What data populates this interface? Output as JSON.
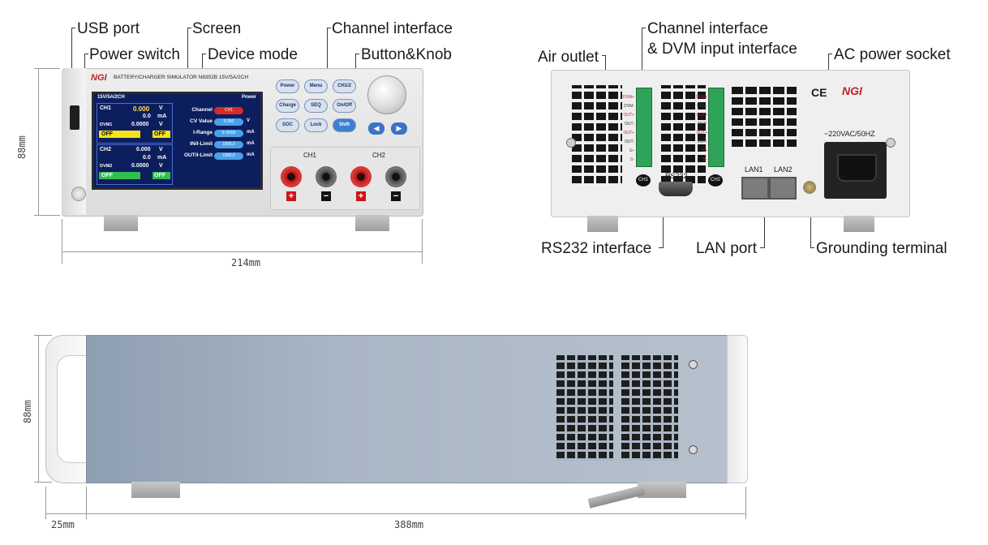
{
  "front": {
    "callouts": {
      "usb": "USB port",
      "power_switch": "Power switch",
      "screen": "Screen",
      "device_mode": "Device mode",
      "channel_interface": "Channel interface",
      "button_knob": "Button&Knob"
    },
    "brand": "NGI",
    "model_text": "BATTERY/CHARGER SIMULATOR  N8352B 15V/5A/2CH",
    "screen": {
      "header_left": "15V/5A/2CH",
      "header_right": "Power",
      "ch1": {
        "label": "CH1",
        "v": "0.000",
        "v_unit": "V",
        "i": "0.0",
        "i_unit": "mA",
        "dvm_label": "DVM1",
        "dvm": "0.0000",
        "dvm_unit": "V",
        "status_left": "OFF",
        "status_right": "OFF"
      },
      "ch2": {
        "label": "CH2",
        "v": "0.000",
        "v_unit": "V",
        "i": "0.0",
        "i_unit": "mA",
        "dvm_label": "DVM2",
        "dvm": "0.0000",
        "dvm_unit": "V",
        "status_left": "OFF",
        "status_right": "OFF"
      },
      "settings": [
        {
          "label": "Channel",
          "value": "CH1",
          "unit": ""
        },
        {
          "label": "CV Value",
          "value": "5.000",
          "unit": "V"
        },
        {
          "label": "I-Range",
          "value": "0~5000",
          "unit": "mA"
        },
        {
          "label": "IN/I-Limit",
          "value": "1000.0",
          "unit": "mA"
        },
        {
          "label": "OUT/I-Limit",
          "value": "1000.0",
          "unit": "mA"
        }
      ]
    },
    "buttons": [
      "Power",
      "Menu",
      "CH1/2",
      "Charge",
      "SEQ",
      "On/Off",
      "SOC",
      "Lock",
      "Shift"
    ],
    "channels": [
      "CH1",
      "CH2"
    ],
    "dimensions": {
      "height": "88mm",
      "width": "214mm"
    }
  },
  "rear": {
    "callouts": {
      "air_outlet": "Air outlet",
      "channel_dvm": "Channel interface",
      "channel_dvm_2": "& DVM input interface",
      "ac_socket": "AC power socket",
      "rs232": "RS232 interface",
      "lan": "LAN port",
      "ground": "Grounding terminal"
    },
    "pin_labels": [
      "DVM+",
      "DVM-",
      "OUT+",
      "OUT-",
      "OUT+",
      "OUT-",
      "S+",
      "S-"
    ],
    "ch_tags": [
      "CH1",
      "CH2"
    ],
    "rs232_label": "RS232",
    "lan_labels": [
      "LAN1",
      "LAN2"
    ],
    "ac_label": "~220VAC/50HZ",
    "brand": "NGI"
  },
  "side": {
    "dimensions": {
      "height": "88mm",
      "handle": "25mm",
      "depth": "388mm"
    }
  }
}
